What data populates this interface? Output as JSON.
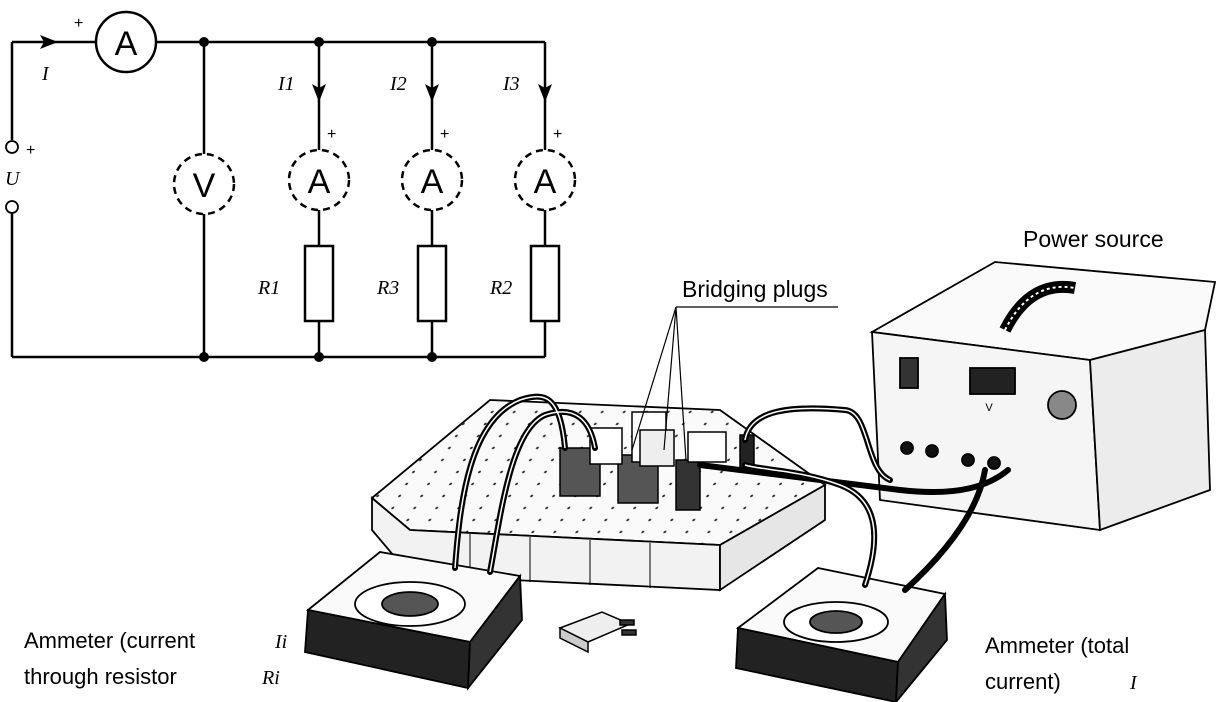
{
  "circuit": {
    "source_label": "U",
    "plus_sign": "+",
    "total_current": "I",
    "branch_currents": [
      "I1",
      "I2",
      "I3"
    ],
    "resistors": [
      "R1",
      "R3",
      "R2"
    ],
    "ammeter_symbol": "A",
    "voltmeter_symbol": "V"
  },
  "setup": {
    "power_source_label": "Power source",
    "bridging_plugs_label": "Bridging plugs",
    "ammeter_branch_label_line1": "Ammeter (current",
    "ammeter_branch_label_line2": "through resistor",
    "ammeter_branch_sym_current": "Ii",
    "ammeter_branch_sym_resistor": "Ri",
    "ammeter_total_label_line1": "Ammeter (total",
    "ammeter_total_label_line2": "current)",
    "ammeter_total_sym": "I",
    "display_unit": "V"
  }
}
